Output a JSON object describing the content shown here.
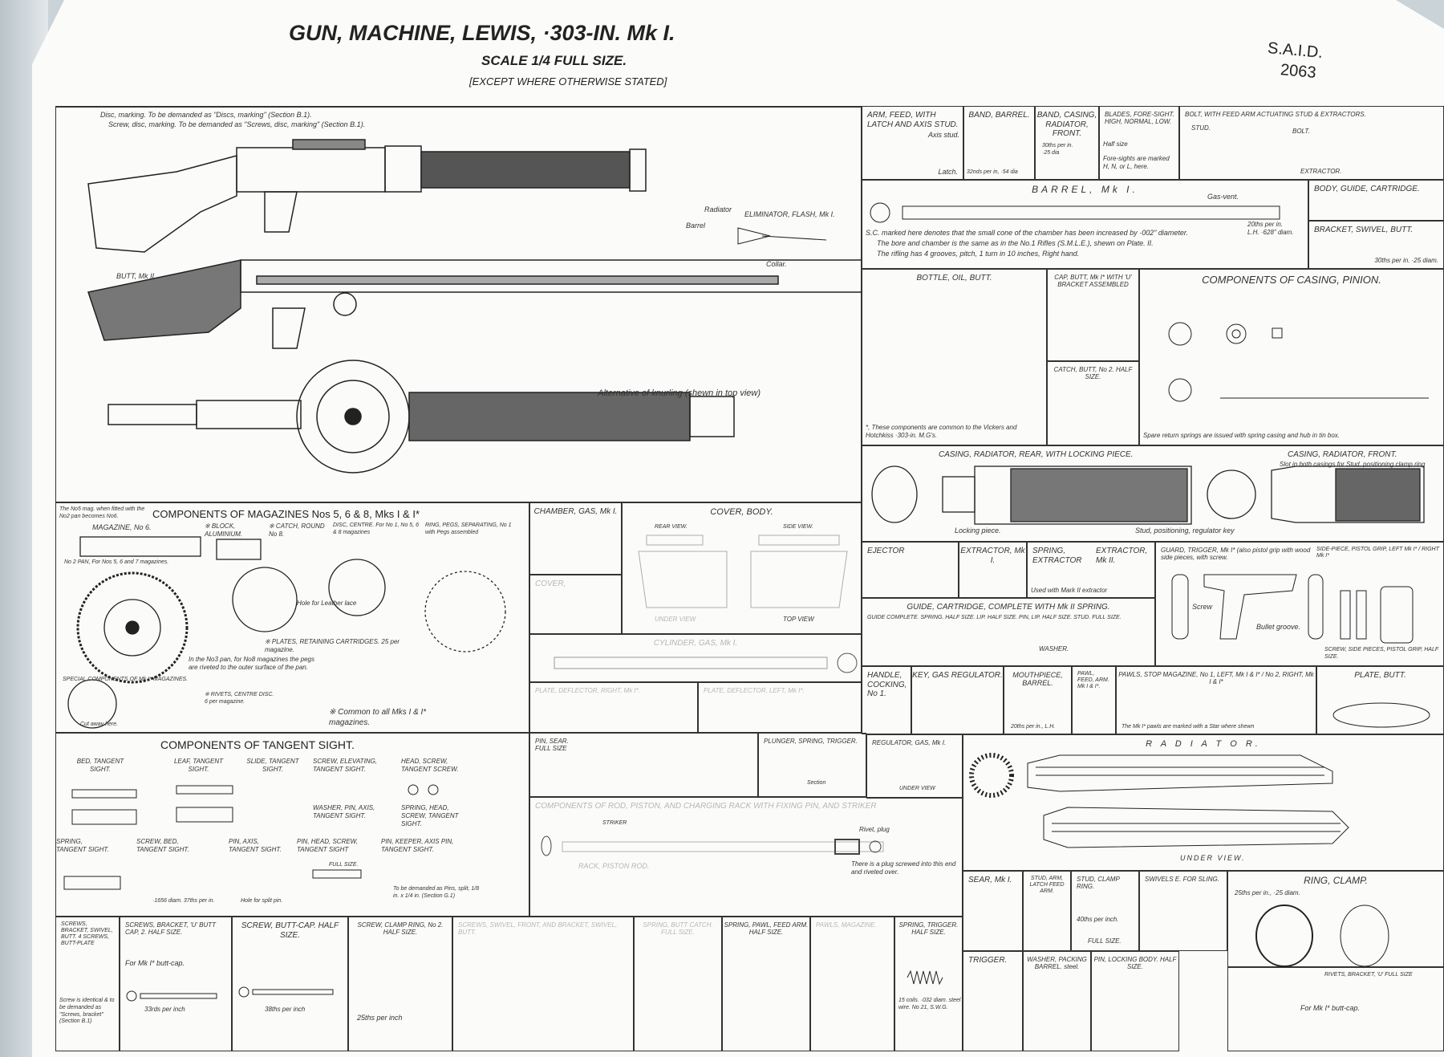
{
  "header": {
    "title": "GUN, MACHINE, LEWIS, ·303-IN. Mk I.",
    "scale": "SCALE 1/4 FULL SIZE.",
    "except": "[EXCEPT WHERE OTHERWISE STATED]",
    "said": "S.A.I.D.",
    "number": "2063"
  },
  "gun": {
    "disc_note_1": "Disc, marking. To be demanded as \"Discs, marking\" (Section B.1).",
    "disc_note_2": "Screw, disc, marking. To be demanded as \"Screws, disc, marking\" (Section B.1).",
    "butt": "BUTT, Mk II.",
    "radiator": "Radiator",
    "barrel": "Barrel",
    "collar": "Collar.",
    "flash": "ELIMINATOR, FLASH, Mk I.",
    "knurling": "Alternative of knurling (shewn in top view)"
  },
  "right": {
    "arm_feed": "ARM, FEED, WITH LATCH AND AXIS STUD.",
    "axis_stud": "Axis stud.",
    "latch": "Latch.",
    "band_barrel": "BAND, BARREL.",
    "band_barrel_thread": "32nds per in, ·54 dia",
    "band_casing": "BAND, CASING, RADIATOR, FRONT.",
    "band_casing_thread": "30ths per in. ·25 dia",
    "blades": "BLADES, FORE-SIGHT. HIGH, NORMAL, LOW.",
    "half_size": "Half size",
    "blades_note": "Fore-sights are marked H, N, or L, here.",
    "bolt": "BOLT, WITH FEED ARM ACTUATING STUD & EXTRACTORS.",
    "stud": "STUD.",
    "bolt_lbl": "BOLT.",
    "extractor": "EXTRACTOR.",
    "barrel": "BARREL, Mk I.",
    "gas_vent": "Gas-vent.",
    "barrel_thread": "20ths per in. L.H. ·628\" diam.",
    "barrel_note_1": "S.C. marked here denotes that the small cone of the chamber has been increased by ·002\" diameter.",
    "barrel_note_2": "The bore and chamber is the same as in the No.1 Rifles (S.M.L.E.), shewn on Plate. II.",
    "barrel_note_3": "The rifling has 4 grooves, pitch, 1 turn in 10 inches, Right hand.",
    "body_guide": "BODY, GUIDE, CARTRIDGE.",
    "bracket_swivel": "BRACKET, SWIVEL, BUTT.",
    "bracket_thread": "30ths per in. ·25 diam.",
    "bottle": "BOTTLE, OIL, BUTT.",
    "cap_butt": "CAP, BUTT, Mk I* WITH 'U' BRACKET ASSEMBLED",
    "catch_butt": "CATCH, BUTT, No 2. HALF SIZE.",
    "casing_pinion": "COMPONENTS OF CASING, PINION.",
    "casing_pinion_note": "Spare return springs are issued with spring casing and hub in tin box.",
    "bottle_note": "*, These components are common to the Vickers and Hotchkiss ·303-in. M.G's.",
    "casing_rear": "CASING, RADIATOR, REAR, WITH LOCKING PIECE.",
    "locking_piece": "Locking piece.",
    "stud_positioning": "Stud, positioning, regulator key",
    "casing_front": "CASING, RADIATOR, FRONT.",
    "slot_note": "Slot in both casings for Stud, positioning clamp ring",
    "ejector": "EJECTOR",
    "extractor_1": "EXTRACTOR, Mk I.",
    "spring_extractor": "SPRING, EXTRACTOR",
    "extractor_2": "EXTRACTOR, Mk II.",
    "used_with": "Used with Mark II extractor",
    "guard": "GUARD, TRIGGER, Mk I* (also pistol grip with wood side pieces, with screw.",
    "screw": "Screw",
    "bullet_groove": "Bullet groove.",
    "side_piece": "SIDE-PIECE, PISTOL GRIP, LEFT Mk I* / RIGHT Mk I*",
    "screw_side": "SCREW, SIDE PIECES, PISTOL GRIP, HALF SIZE.",
    "guide_cartridge": "GUIDE, CARTRIDGE, COMPLETE WITH Mk II SPRING.",
    "guide_parts": "GUIDE COMPLETE.   SPRING. HALF SIZE.   LIP. HALF SIZE.   PIN, LIP. HALF SIZE.   STUD. FULL SIZE.",
    "washer": "WASHER.",
    "handle": "HANDLE, COCKING, No 1.",
    "key_gas": "KEY, GAS REGULATOR.",
    "mouthpiece": "MOUTHPIECE, BARREL.",
    "mouthpiece_thread": "20ths per in., L.H.",
    "pawl_feed": "PAWL, FEED, ARM. Mk I & I*.",
    "pawls_stop": "PAWLS, STOP MAGAZINE, No 1, LEFT, Mk I & I* / No 2, RIGHT, Mk I & I*",
    "pawls_note": "The Mk I* pawls are marked with a Star where shewn",
    "plate_butt": "PLATE, BUTT.",
    "regulator": "REGULATOR, GAS, Mk I.",
    "under_view": "UNDER VIEW",
    "radiator": "R A D I A T O R.",
    "radiator_under": "UNDER VIEW.",
    "sear": "SEAR, Mk I.",
    "stud_arm": "STUD, ARM, LATCH FEED ARM.",
    "stud_clamp": "STUD, CLAMP RING.",
    "stud_clamp_thread": "40ths per inch.",
    "full_size": "FULL SIZE.",
    "swivels": "SWIVELS E. FOR SLING.",
    "ring_clamp": "RING, CLAMP.",
    "ring_thread": "25ths per in., ·25 diam.",
    "trigger": "TRIGGER.",
    "washer_packing": "WASHER, PACKING BARREL. steel.",
    "pin_locking": "PIN, LOCKING BODY. HALF SIZE.",
    "rivets_bracket": "RIVETS, BRACKET, 'U' FULL SIZE",
    "rivets_note": "For Mk I* butt-cap."
  },
  "magazines": {
    "title": "COMPONENTS OF MAGAZINES Nos 5, 6 & 8, Mks I & I*",
    "note": "The No5 mag. when fitted with the No2 pan becomes No6.",
    "mag6": "MAGAZINE, No 6.",
    "block": "※ BLOCK, ALUMINIUM.",
    "catch": "※ CATCH, ROUND No 8.",
    "disc": "DISC, CENTRE. For No 1, No 5, 6 & 8 magazines",
    "ring": "RING, PEGS, SEPARATING, No 1 with Pegs assembled",
    "pan": "No 2 PAN, For Nos 5, 6 and 7 magazines.",
    "hole": "Hole for Leather lace",
    "plates": "※ PLATES, RETAINING CARTRIDGES. 25 per magazine.",
    "pan_note": "In the No3 pan, for No8 magazines the pegs are riveted to the outer surface of the pan.",
    "rivets": "※ RIVETS, CENTRE DISC. 6 per magazine.",
    "common": "※ Common to all Mks I & I* magazines.",
    "special": "SPECIAL COMPONENTS OF Mk I* MAGAZINES.",
    "cut_away": "Cut away here."
  },
  "middle": {
    "chamber": "CHAMBER, GAS, Mk I.",
    "cover_body": "COVER, BODY.",
    "rear_view": "REAR VIEW.",
    "side_view": "SIDE VIEW.",
    "under_view": "UNDER VIEW",
    "top_view": "TOP VIEW",
    "cover": "COVER,",
    "cylinder": "CYLINDER, GAS, Mk I.",
    "plate_right": "PLATE, DEFLECTOR, RIGHT, Mk I*.",
    "plate_left": "PLATE, DEFLECTOR, LEFT, Mk I*.",
    "pin_sear": "PIN, SEAR. FULL SIZE",
    "plunger": "PLUNGER, SPRING, TRIGGER.",
    "section": "Section",
    "rod": "COMPONENTS OF ROD, PISTON, AND CHARGING RACK WITH FIXING PIN, AND STRIKER",
    "striker": "STRIKER",
    "rack": "RACK, PISTON ROD.",
    "rivet_plug": "Rivet, plug",
    "plug_note": "There is a plug screwed into this end and riveted over."
  },
  "tangent": {
    "title": "COMPONENTS OF TANGENT SIGHT.",
    "bed": "BED, TANGENT SIGHT.",
    "leaf": "LEAF, TANGENT SIGHT.",
    "slide": "SLIDE, TANGENT SIGHT.",
    "screw_elev": "SCREW, ELEVATING, TANGENT SIGHT.",
    "head_screw": "HEAD, SCREW, TANGENT SCREW.",
    "washer": "WASHER, PIN, AXIS, TANGENT SIGHT.",
    "spring_head": "SPRING, HEAD, SCREW, TANGENT SIGHT.",
    "spring": "SPRING, TANGENT SIGHT.",
    "screw_bed": "SCREW, BED, TANGENT SIGHT.",
    "pin_axis": "PIN, AXIS, TANGENT SIGHT.",
    "pin_head": "PIN, HEAD, SCREW, TANGENT SIGHT",
    "pin_keeper": "PIN, KEEPER, AXIS PIN, TANGENT SIGHT.",
    "full_size": "FULL SIZE.",
    "demand_note": "To be demanded as Pins, split, 1/8 in. x 1/4 in. (Section G.1)",
    "thread": "·1656 diam. 37ths per in.",
    "split_pin": "Hole for split pin."
  },
  "bottom": {
    "screws_swivel": "SCREWS, BRACKET, SWIVEL, BUTT. 4 SCREWS, BUTT-PLATE",
    "screws_u": "SCREWS, BRACKET, 'U' BUTT CAP, 2. HALF SIZE.",
    "for_cap": "For Mk I* butt-cap.",
    "screw_butt_cap": "SCREW, BUTT-CAP. HALF SIZE.",
    "screw_clamp": "SCREW, CLAMP RING, No 2. HALF SIZE.",
    "screws_front": "SCREWS, SWIVEL, FRONT, AND BRACKET, SWIVEL, BUTT.",
    "spring_buttcatch": "SPRING, BUTT CATCH. FULL SIZE.",
    "spring_pawl": "SPRING, PAWL, FEED ARM. HALF SIZE.",
    "pawls_mag": "PAWLS, MAGAZINE.",
    "spring_trigger": "SPRING, TRIGGER. HALF SIZE.",
    "coils": "15 coils. ·032 diam. steel wire. No 21, S.W.G.",
    "thread_33": "33rds per inch",
    "thread_38": "38ths per inch",
    "thread_25": "25ths per inch",
    "identical": "Screw is identical & to be demanded as \"Screws, bracket\" (Section B.1)"
  }
}
